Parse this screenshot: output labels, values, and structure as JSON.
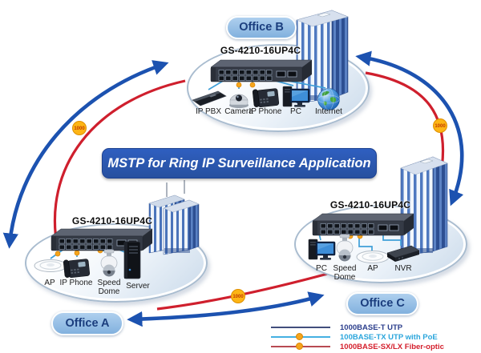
{
  "title": "MSTP for Ring IP Surveillance Application",
  "switch_model": "GS-4210-16UP4C",
  "offices": {
    "office_b": {
      "badge": "Office B",
      "devices": [
        "IP PBX",
        "Camera",
        "IP Phone",
        "PC",
        "Internet"
      ]
    },
    "office_a": {
      "badge": "Office A",
      "devices": [
        "AP",
        "IP Phone",
        "Speed Dome",
        "Server"
      ]
    },
    "office_c": {
      "badge": "Office C",
      "devices": [
        "PC",
        "Speed Dome",
        "AP",
        "NVR"
      ]
    }
  },
  "ring": {
    "segment_labels": [
      "1000",
      "1000",
      "1000"
    ]
  },
  "legend": {
    "items": [
      {
        "label": "1000BASE-T UTP",
        "color": "#414e7c"
      },
      {
        "label": "100BASE-TX UTP with PoE",
        "color": "#45b0e2"
      },
      {
        "label": "1000BASE-SX/LX Fiber-optic",
        "color": "#d41f2c"
      }
    ]
  },
  "colors": {
    "ring_utp": "#1c52b0",
    "ring_fiber": "#cf1f2d",
    "poe_line": "#3f9fd8",
    "poe_dot": "#f5a51d",
    "office_badge_bg": "#92bce6",
    "title_bg": "#2a57b4"
  }
}
